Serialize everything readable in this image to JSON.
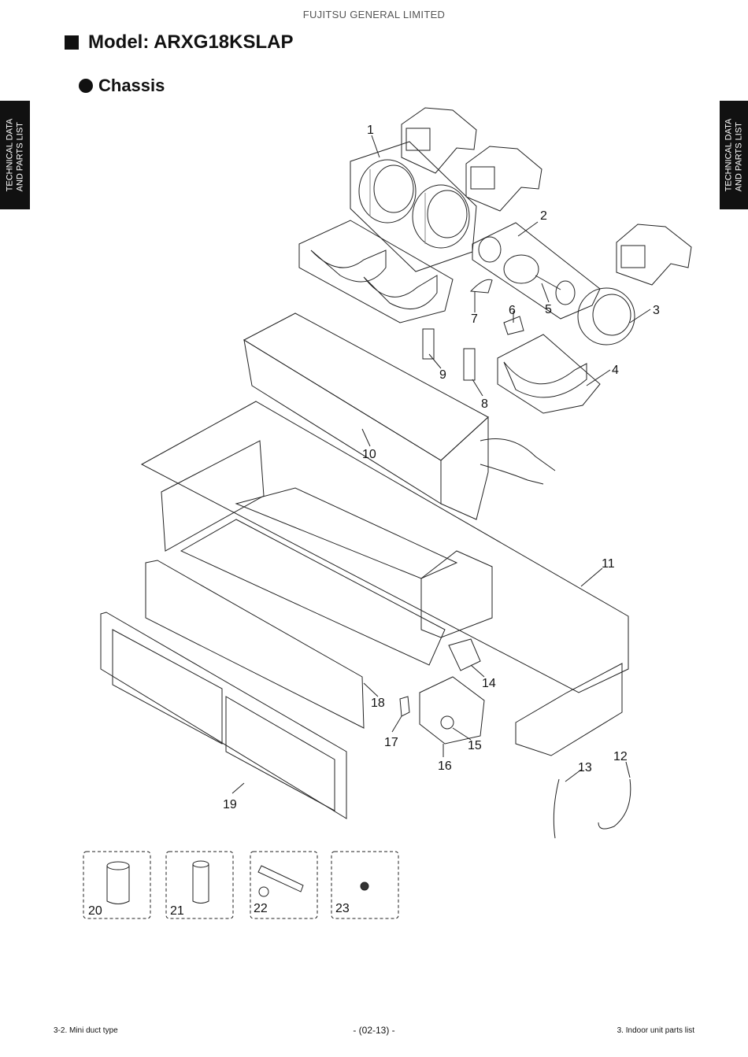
{
  "header": {
    "company": "FUJITSU GENERAL LIMITED"
  },
  "title": {
    "model": "Model: ARXG18KSLAP"
  },
  "section": {
    "name": "Chassis"
  },
  "side_tab": {
    "line1": "TECHNICAL DATA",
    "line2": "AND PARTS LIST"
  },
  "parts": {
    "p1": "1",
    "p2": "2",
    "p3": "3",
    "p4": "4",
    "p5": "5",
    "p6": "6",
    "p7": "7",
    "p8": "8",
    "p9": "9",
    "p10": "10",
    "p11": "11",
    "p12": "12",
    "p13": "13",
    "p14": "14",
    "p15": "15",
    "p16": "16",
    "p17": "17",
    "p18": "18",
    "p19": "19",
    "p20": "20",
    "p21": "21",
    "p22": "22",
    "p23": "23"
  },
  "footer": {
    "left": "3-2. Mini duct type",
    "center": "- (02-13) -",
    "right": "3. Indoor unit parts list"
  }
}
